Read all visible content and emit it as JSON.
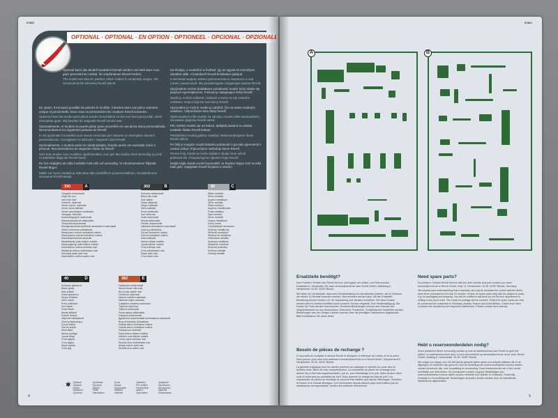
{
  "left_page": {
    "code": "07821",
    "page_number": "4",
    "banner_text": "OPTIONAL · OPTIONAL · EN OPTION · OPTIONEEL · OPCIONAL · OPZIONALE",
    "optional_col1": [
      "Optional kann das Modell zusätzlich bemalt werden und wird dann zum ganz persönlichen Unikat. Ihr empfohlenen Revell-Farben.",
      "The model can also be painted, which makes it completely unique. We recommend the following Revell paints:",
      "En option, il est aussi possible de peindre le modèle. Il devient alors une pièce vraiment unique et personnelle. Nous vous recommandons les couleurs Revell suivantes :",
      "Optioneel kan het model aanvullend worden beschilderd en het een heel persoonlijk, uniek exemplaar gaan. Wij bevelen de volgende Revell-verven aan:",
      "Opcionalmente, el modelo se puede pintar para convertirlo en una pieza única personalizada. Recomendamos los siguientes pinturas de Revell:",
      "In via opzionale il modellino può essere verniciato per ottenere un esemplare davvero personalizzato. Consigliamo di utilizzare i seguenti colori Revell:",
      "Opcionalmente, o modelo pode ser ainda pintado, ficando assim um exemplar único e pessoal. Recomendamos as seguintes tintas da Revell:",
      "Hvis man ønsker, kan modellen også bemales, som gør den endnu mere personlig og unik. Vi anbefaler følgende Revell farver:",
      "Du har möjlighet att måla modellen helt unik och personlig. Vi rekommenderar följande Revell-färger:",
      "Mallin voi myös maalata ja siitä tulee näin yksilöllinen ja persoonallinen. Suosittelemme seuraavia Revell-värejä:"
    ],
    "optional_col2": [
      "Ha kívánja, a modellt ki is festheti, így az egyedi és személyes darabbá válik. A következő Revell-festékeket ajánljuk:",
      "К желанию модель можно дополнительно покрасить и она станет уникальной. Мы рекомендуем следующие краски Revell:",
      "Opcjonalnie można dodatkowo pomalować model, który stanie się jedynym egzemplarzem. Polecamy następujące farby Revell:",
      "Model je možné volitelně i nabarvit a stane se tak osobním unikátem. Doporučujeme tyto barvy Revell:",
      "Opcionálne je možné model aj nafarbiť, čím sa stane osobným unikátom. Odporúčame tieto farby Revell:",
      "Optsionaalselt võib mudelit ka värvida, muutes selle ainulaadseks. Soovitame järgmisi Revelli värve:",
      "Pēc izvēles modeli var arī krāsot, tādējādi padarot to unikālu. Iesakām šādas Revell krāsas:",
      "Pasirinktinai modelį galima nudažyti. Rekomenduojame šiuos Revell dažus:",
      "Po želji je mogoče model dodatno pobarvati in ga tako spremeniti v osebni unikat. Priporočamo naslednje barve Revell:",
      "Prema želji, model se može dodatno obojiti i time učiniti jedinstvenim. Preporučujemo sljedeće boje Revell:",
      "İsteğe bağlı olarak model boyanabilir ve böylece kişiye özel ve tekil hale gelir. Aşağıdaki Revell boyalarını öneririz:"
    ],
    "swatches": [
      {
        "code": "330",
        "letter": "A",
        "color": "#c63a2a",
        "names": [
          "Tarngrün seidenmatt",
          "Hüyü ölü sızı",
          "Vert clair mat",
          "Onderst. zijdemat",
          "Verde camuf. satinado",
          "Verde oliva satinato",
          "Verde camuflagem acetinado",
          "Tarngrøn silkemat",
          "Kamouflagegrön sidenmatt",
          "Maastoutusvihreä silkkimatta",
          "Terepzöld selyemmatt",
          "Маскировочный зелёный шелковисто-матовый",
          "Zieleń ochronna półmatowa",
          "Maskovací zelená hedvábně matná",
          "Maskovacia zelená hodvábne matná",
          "Kamuflaažroheline siidmatt",
          "Maskēšanās zaļa zīdaini matēta",
          "Maskuojamoji žalia šilkinė matinė",
          "Kamuflažno zelena svilnato mat",
          "Maskirna zelena svilenkasto mat",
          "Kamuflaj yeşili ipek mat",
          "Kamuflažno zelena saten mat"
        ]
      },
      {
        "code": "302",
        "letter": "B",
        "color": "#3a3a3a",
        "names": [
          "Schwarz seidenmatt",
          "Black silk matt",
          "Noir satiné",
          "Zwart zijdemat",
          "Negro satinado",
          "Nero satinato",
          "Preto acetinado",
          "Sort silkemat",
          "Svart sidenmatt",
          "Musta silkkimatta",
          "Fekete selyemmatt",
          "Чёрный шелковисто-матовый",
          "Czarny półmatowy",
          "Černá hedvábně matná",
          "Čierna hodvábne matná",
          "Must siidmatt",
          "Melna zīdaini matēta",
          "Juoda šilkinė matinė",
          "Črna svilnato mat",
          "Crna svilenkasto mat",
          "Siyah ipek mat",
          "Crna saten mat"
        ]
      },
      {
        "code": "90",
        "letter": "C",
        "color": "#a7a9ab",
        "names": [
          "Silber metallic",
          "Silver metallic",
          "Argent métallique",
          "Zilver metallic",
          "Plata metálico",
          "Argento metallizzato",
          "Prata metálico",
          "Sølv metallic",
          "Silver metallic",
          "Hopea metallinen",
          "Ezüst metál",
          "Серебряный металлик",
          "Srebrny metaliczny",
          "Stříbrná metalická",
          "Strieborná metalická",
          "Hõbedane metallik",
          "Sudraba metālisks",
          "Sidabrinė metalinė",
          "Srebrna kovinska",
          "Srebrna metalik",
          "Gümüş metalik"
        ]
      },
      {
        "code": "40",
        "letter": "D",
        "color": "#2c2c2c",
        "names": [
          "Schwarz glänzend",
          "Black gloss",
          "Noir brillant",
          "Zwart glanzend",
          "Negro brillante",
          "Nero lucido",
          "Preto brilhante",
          "Sort blank",
          "Svart blank",
          "Musta kiiltävä",
          "Fekete fényes",
          "Чёрный глянцевый",
          "Czarny błyszczący",
          "Černá lesklá",
          "Čierna lesklá",
          "Must läikiv",
          "Melna spīdīga",
          "Juoda blizgi",
          "Črna sijajna",
          "Crna sjajna",
          "Siyah parlak",
          "Crna sjaj"
        ]
      },
      {
        "code": "382",
        "letter": "E",
        "color": "#b8542c",
        "names": [
          "Holzbraun seidenmatt",
          "Wood brown silk matt",
          "Brun bois satiné mat",
          "Houtbruin zijdemat",
          "Marrón madera satinado",
          "Marrone legno satinato",
          "Castanho madeira acetinado",
          "Træbrun silkemat",
          "Träbrun sidenmatt",
          "Puunruskea silkkimatta",
          "Fabarna selyemmatt",
          "Древесно-коричневый шелковисто-матовый",
          "Brąz drewniany półmatowy",
          "Hnědá dřevo hedvábně matná",
          "Hnedá drevo hodvábne matná",
          "Puidupruun siidmatt",
          "Koka brūna zīdaini matēta",
          "Medžio ruda šilkinė matinė",
          "Lesno rjava svilnato mat",
          "Smeđa drvo svilenkasto mat",
          "Ahşap kahve ipek mat",
          "Smeđa drvo saten mat"
        ]
      }
    ],
    "legend": [
      [
        "Optional",
        "Optional",
        "Option",
        "Optioneel",
        "Opcional"
      ],
      [
        "Opzionale",
        "Opcional",
        "Valgfrit",
        "Tillval",
        "Valinnainen"
      ],
      [
        "Opció",
        "Опция",
        "Opcjonalnie",
        "Volitelně",
        "Voliteľne"
      ],
      [
        "Valikuline",
        "Pēc izvēles",
        "Pasirinktinai",
        "Izbirno",
        "Opcionalno"
      ],
      [
        "Opsiyonel",
        "Opcionalno",
        "Προαιρετικό",
        "Opțional",
        "Опционално"
      ]
    ]
  },
  "right_page": {
    "code": "07821",
    "page_number": "5",
    "sprue_letters": [
      "A",
      "B"
    ],
    "de": {
      "heading": "Ersatzteile benötigt?",
      "paragraphs": [
        "Kein Problem. Einfach den Revell-Service mit Angabe von Artikel- und Teilenummer kontaktieren. Verwenden Sie dazu service@revell.de oder Revell GmbH, Abteilung K, Henschelstr. 20-30, 32257 Bünde.",
        "Wir bitten um Verständnis, dass eine Gewährleistung nur bei aktuellen Artikeln, die im Zeitraum der letzten 24 Monate erworben wurden, übernommen werden kann. Mit der Ersatzteil-Bestellung können Kosten z.B. für Verpackung und Versand entstehen. Die diese Kosten werden wird im Vorfeld schriftlich durch unseren Service mitgeteilt. Eine Kaufbestätigung. Die Kosten für Porto werden übernommen. Ersatzteil-Bestellungen können aus Gründen der Vergleichbarkeit nur aus Deutschland, Österreich, Frankreich, Großbritannien bearbeitet werden. Bestellungen aus den übrigen Ländern werden über die jeweiligen Distributeure abgewickelt. Bitte kontaktieren Sie diese direkt."
      ]
    },
    "fr": {
      "heading": "Besoin de pièces de rechange ?",
      "paragraphs": [
        "Il vous suffit de contacter le service Revell et d'indiquer la référence de l'article et de la pièce. Vous pouvez pour cela vous adresser à service@revell.de ou à Revell GmbH, Département K, Henschelstr. 20-30, 32257 Bünde.",
        "La garantie s'applique pour les articles présents au catalogue et achetés au cours des 24 derniers mois. Merci de votre compréhension. La commande de pièces de rechange peut donner lieu à des frais supplémentaires, par ex. pour l'emballage et le port. Notre service client vous en informera au préalable par écrit. Nous prenons en charge les frais de port. Les commandes de pièces de rechange ne peuvent être traitées que depuis l'Allemagne, l'Autriche, la France et la Grande-Bretagne. Les commandes depuis d'autres pays sont traitées par les distributeurs correspondants. Veuillez les contacter directement."
      ]
    },
    "en": {
      "heading": "Need spare parts?",
      "paragraphs": [
        "No problem. Contact Revell Service with the item number and part number you need: service@revell.de or Revell GmbH, Dept. K, Henschelstr. 20-30, 32257 Bünde, Germany.",
        "We request your understanding that a warranty can only be accepted for current articles which have been purchased in the last 24 months. Orders for spare parts may also be subject to costs, e.g. for packaging and shipping. You will be notified in advance by our Service department in writing of any such costs. The costs for postage will be covered. Orders for spare parts can only be processed for customers in Germany, Austria, France and Great Britain. Orders from other countries are handled by the respective distributors. Please contact them directly."
      ]
    },
    "nl": {
      "heading": "Hebt u reserveonderdelen nodig?",
      "paragraphs": [
        "Geen probleem! Neem eenvoudig contact op met de klantenservice van Revell en geef het artikel- en onderdeelnummer door. U kunt ons bereiken op service@revell.de of per post: Revell GmbH, Afdeling K, Henschelstr. 20-30, 32257 Bünde.",
        "We vragen uw begrip voor het feit dat de garantie alleen geldt voor actuele artikelen die in de afgelopen 24 maanden zijn gekocht. Voor de bestelling van reserveonderdelen kunnen kosten worden berekend, bijv. voor verpakking en verzending. Onze klantenservice zal u hier vooraf schriftelijk over informeren. De portokosten worden vergoed. Bestellingen van reserveonderdelen kunnen alleen worden verwerkt voor klanten in Duitsland, Oostenrijk, Frankrijk en Groot-Brittannië. Bestellingen uit andere landen worden door de betreffende distributeurs afgehandeld."
      ]
    }
  },
  "colors": {
    "sprue_green": "#2f6b37",
    "panel_dark": "#3d4a52",
    "banner_red": "#d33a1c",
    "page_bg": "#dfe5ea"
  }
}
